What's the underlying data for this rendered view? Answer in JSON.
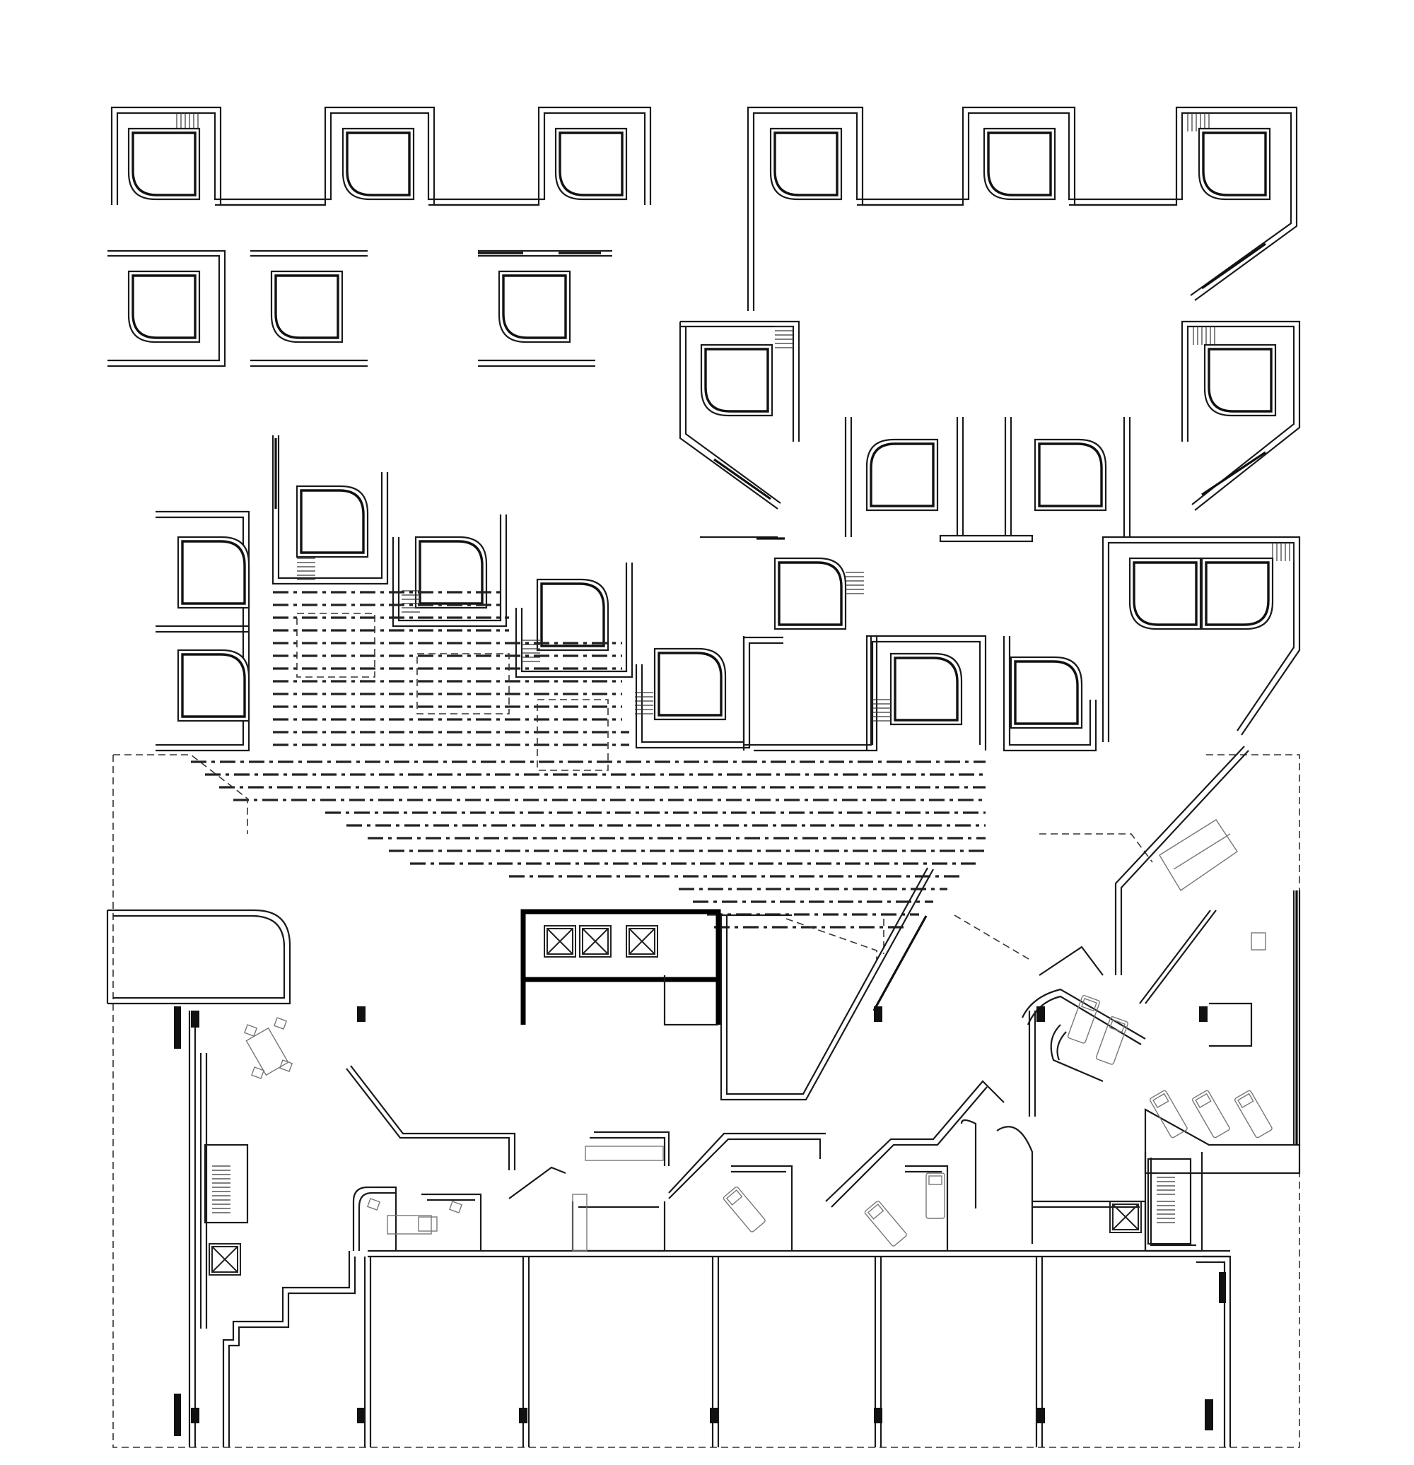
{
  "drawing": {
    "type": "architectural-floor-plan",
    "text_labels": [],
    "colors": {
      "background": "#ffffff",
      "line": "#1a1a1a",
      "furniture": "#777777"
    }
  },
  "pods": {
    "upper_row_count": 6,
    "second_row_count": 3,
    "cluster_count": 15
  }
}
